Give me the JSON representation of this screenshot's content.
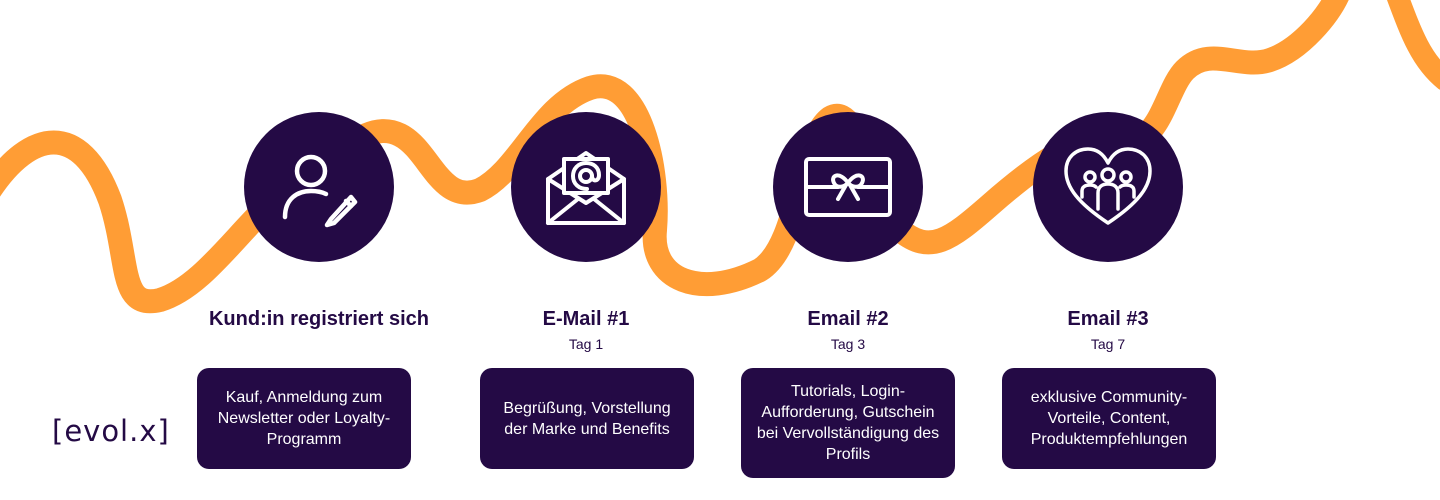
{
  "colors": {
    "wave": "#ff9d35",
    "primary": "#240a45",
    "text_light": "#ffffff"
  },
  "brand": {
    "logo": "[evol.x]"
  },
  "steps": [
    {
      "icon": "user-edit-icon",
      "title": "Kund:in registriert sich",
      "subtitle": "",
      "description": "Kauf, Anmeldung zum Newsletter oder Loyalty-Programm"
    },
    {
      "icon": "email-envelope-icon",
      "title": "E-Mail #1",
      "subtitle": "Tag 1",
      "description": "Begrüßung, Vorstellung der Marke und Benefits"
    },
    {
      "icon": "gift-card-icon",
      "title": "Email #2",
      "subtitle": "Tag 3",
      "description": "Tutorials, Login-Aufforderung, Gutschein bei Vervollständigung des Profils"
    },
    {
      "icon": "community-heart-icon",
      "title": "Email #3",
      "subtitle": "Tag 7",
      "description": "exklusive Community-Vorteile, Content, Produktempfehlungen"
    }
  ]
}
